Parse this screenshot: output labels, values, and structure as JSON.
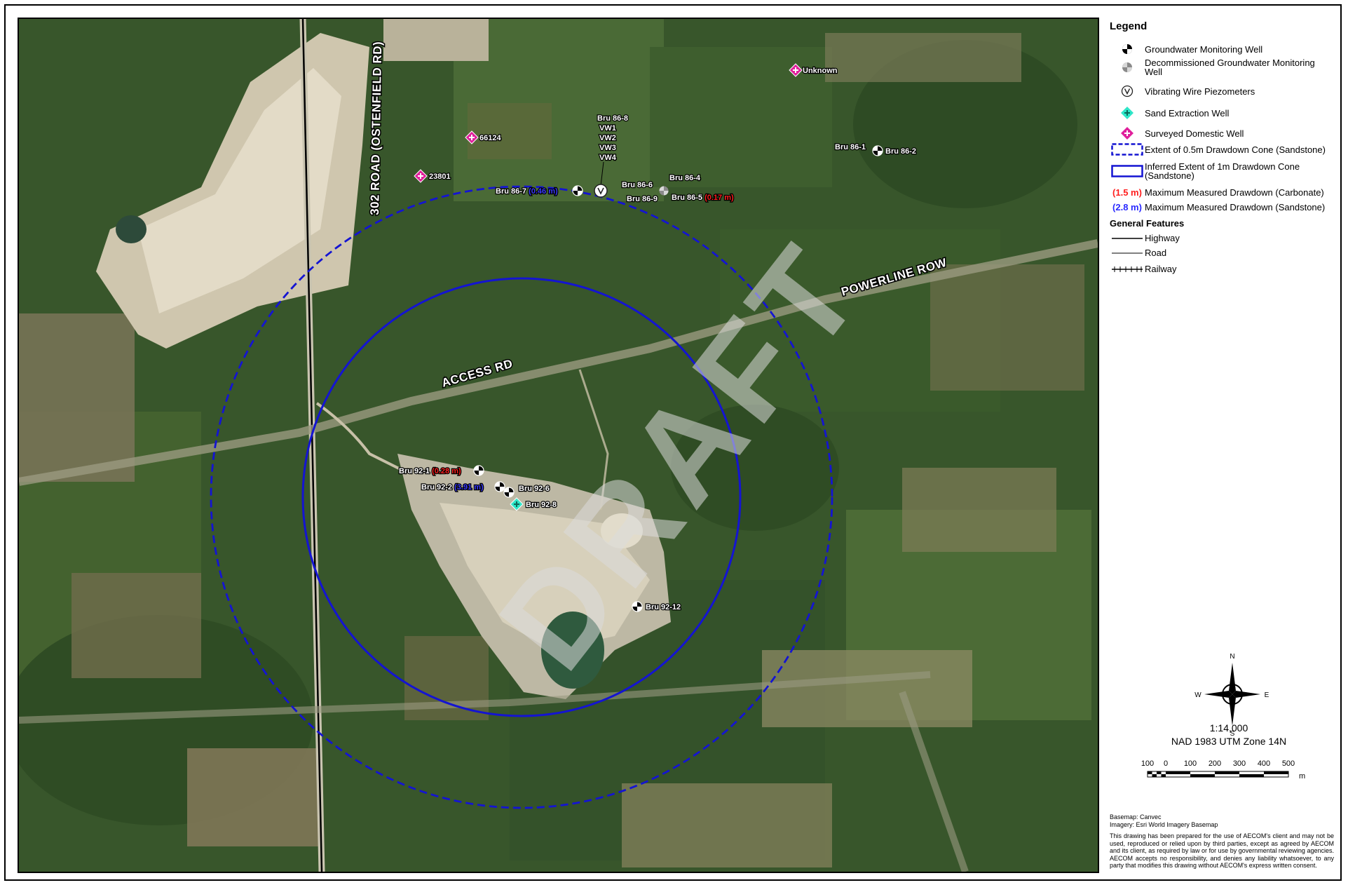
{
  "map": {
    "road_302": "302 ROAD (OSTENFIELD RD)",
    "access_rd": "ACCESS RD",
    "powerline": "POWERLINE ROW",
    "watermark": "DRAFT",
    "wells": {
      "unknown": "Unknown",
      "w66124": "66124",
      "w23801": "23801",
      "bru86_8": "Bru 86-8",
      "vw1": "VW1",
      "vw2": "VW2",
      "vw3": "VW3",
      "vw4": "VW4",
      "bru86_7": "Bru 86-7",
      "bru86_7_dd": "(0.46 m)",
      "bru86_4": "Bru 86-4",
      "bru86_6": "Bru 86-6",
      "bru86_9": "Bru 86-9",
      "bru86_5": "Bru 86-5",
      "bru86_5_dd": "(0.17 m)",
      "bru86_1": "Bru 86-1",
      "bru86_2": "Bru 86-2",
      "bru92_1": "Bru 92-1",
      "bru92_1_dd": "(0.28 m)",
      "bru92_2": "Bru 92-2",
      "bru92_2_dd": "(3.91 m)",
      "bru92_6": "Bru 92-6",
      "bru92_8": "Bru 92-8",
      "bru92_12": "Bru 92-12"
    }
  },
  "legend": {
    "title": "Legend",
    "items": {
      "gw_well": "Groundwater Monitoring Well",
      "decom_well": "Decommissioned Groundwater Monitoring Well",
      "vw_piezo": "Vibrating Wire Piezometers",
      "sand_well": "Sand Extraction Well",
      "domestic_well": "Surveyed Domestic Well",
      "cone_05": "Extent of 0.5m Drawdown Cone (Sandstone)",
      "cone_1": "Inferred Extent of 1m Drawdown Cone (Sandstone)",
      "carb_sample": "(1.5 m)",
      "carb_label": "Maximum Measured Drawdown (Carbonate)",
      "sand_sample": "(2.8 m)",
      "sand_label": "Maximum Measured Drawdown (Sandstone)"
    },
    "general_title": "General Features",
    "general": {
      "highway": "Highway",
      "road": "Road",
      "railway": "Railway"
    }
  },
  "compass": {
    "n": "N",
    "s": "S",
    "e": "E",
    "w": "W"
  },
  "scale": {
    "ratio": "1:14,000",
    "projection": "NAD 1983 UTM Zone 14N",
    "ticks": [
      "100",
      "0",
      "100",
      "200",
      "300",
      "400",
      "500"
    ],
    "unit": "m"
  },
  "notes": {
    "basemap": "Basemap: Canvec",
    "imagery": "Imagery: Esri World Imagery Basemap",
    "disclaimer": "This drawing has been prepared for the use of AECOM's client and may not be used, reproduced or relied upon by third parties, except as agreed by AECOM and its client, as required by law or for use by governmental reviewing agencies. AECOM accepts no responsibility, and denies any liability whatsoever, to any party that modifies this drawing without AECOM's express written consent."
  },
  "colors": {
    "cone": "#1414d2",
    "carbonate": "#ff1e1e",
    "sandstone": "#2a2aff",
    "sand_well": "#2ee6c8",
    "domestic": "#e0209c"
  }
}
